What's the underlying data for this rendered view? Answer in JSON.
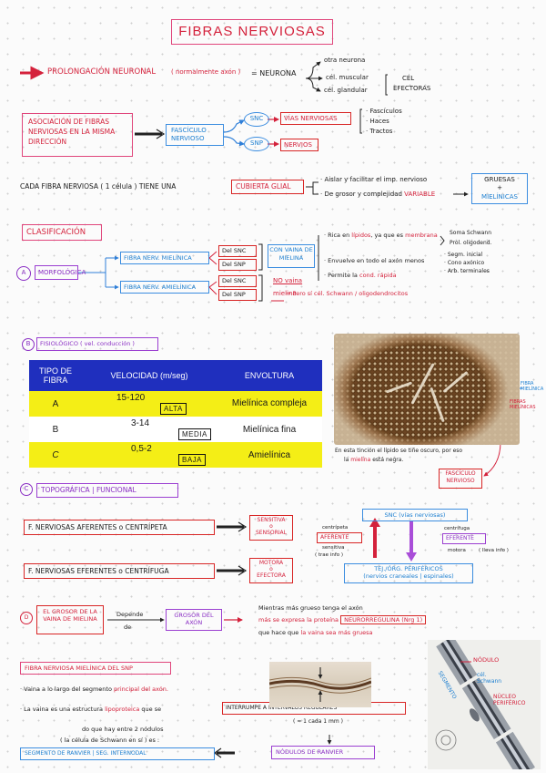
{
  "title": "FIBRAS NERVIOSAS",
  "prolongacion": {
    "label": "PROLONGACIÓN NEURONAL",
    "note": "( normalmente axón )",
    "equals": "= NEURONA",
    "targets": [
      "otra neurona",
      "cél. muscular",
      "cél. glandular"
    ],
    "cel_label": "CÉL",
    "efectoras": "EFECTORAS"
  },
  "asociacion": {
    "text": "ASOCIACIÓN DE FIBRAS NERVIOSAS EN LA MISMA DIRECCIÓN",
    "fasciculo": "FASCÍCULO NERVIOSO",
    "snc": "SNC",
    "snp": "SNP",
    "vias": "VÍAS NERVIOSAS",
    "nervios": "NERVIOS",
    "list": [
      "· Fascículos",
      "· Haces",
      "· Tractos"
    ]
  },
  "cubierta": {
    "lead": "CADA FIBRA NERVIOSA ( 1 célula ) TIENE UNA",
    "box": "CUBIERTA GLIAL",
    "line1": "· Aislar y facilitar el imp. nervioso",
    "line2_a": "· De grosor y complejidad",
    "line2_b": "VARIABLE",
    "result_a": "GRUESAS",
    "result_b": "+",
    "result_c": "MIELÍNICAS"
  },
  "clasificacion": {
    "title": "CLASIFICACIÓN",
    "a_letter": "A",
    "a_label": "MORFOLÓGICA",
    "mielinica": "FIBRA NERV. MIELÍNICA",
    "amielinica": "FIBRA NERV. AMIELÍNICA",
    "del_snc": "Del SNC",
    "del_snp": "Del SNP",
    "con_vaina": "CON VAINA DE MIELINA",
    "sin_vaina_a": "NO vaina",
    "sin_vaina_b": "mielina",
    "sin_vaina_c": "→ Pero sí cél. Schwann / oligodendrocitos",
    "rica_a": "· Rica en",
    "rica_b": "lípidos",
    "rica_c": ", ya que es",
    "rica_d": "membrana",
    "soma_a": "Soma Schwann",
    "soma_b": "Prol. oligodend.",
    "envuelve": "· Envuelve en todo el axón menos",
    "segmentos": [
      "· Segm. inicial",
      "· Cono axónico",
      "· Arb. terminales"
    ],
    "permite_a": "· Permite la",
    "permite_b": "cond. rápida"
  },
  "fisiologico": {
    "letter": "B",
    "label": "FISIOLÓGICO",
    "note": "( vel. conducción )",
    "headers": [
      "TIPO DE FIBRA",
      "VELOCIDAD (m/seg)",
      "ENVOLTURA"
    ],
    "rows": [
      {
        "type": "A",
        "speed": "15-120",
        "level": "ALTA",
        "env": "Mielínica compleja"
      },
      {
        "type": "B",
        "speed": "3-14",
        "level": "MEDIA",
        "env": "Mielínica fina"
      },
      {
        "type": "C",
        "speed": "0,5-2",
        "level": "BAJA",
        "env": "Amielínica"
      }
    ]
  },
  "photo_notes": {
    "fibra_a": "FIBRA",
    "fibra_b": "MIELÍNICA",
    "fibras_a": "FIBRAS",
    "fibras_b": "MIELÍNICAS",
    "caption_a": "En esta tinción el lípido se tiñe oscuro, por eso",
    "caption_b": "la",
    "caption_c": "mielina",
    "caption_d": "está negra.",
    "fasciculo": "FASCÍCULO NERVIOSO"
  },
  "topografica": {
    "letter": "C",
    "label": "TOPOGRÁFICA | FUNCIONAL",
    "aferentes": "F. NERVIOSAS AFERENTES",
    "centripeta": "CENTRÍPETA",
    "eferentes": "F. NERVIOSAS EFERENTES",
    "centrifuga": "CENTRÍFUGA",
    "o": "o",
    "sensitiva_a": "SENSITIVA",
    "sensitiva_b": "o",
    "sensitiva_c": "SENSORIAL",
    "motora_a": "MOTORA",
    "motora_b": "o",
    "motora_c": "EFECTORA",
    "snc_box": "SNC (vías nerviosas)",
    "tejidos_box": "TEJ./ÓRG. PERIFÉRICOS",
    "tejidos_sub": "(nervios craneales | espinales)",
    "centripeta_small": "centrípeta",
    "aferente": "AFERENTE",
    "sensitiva_small": "sensitiva",
    "trae": "( trae info )",
    "centrifuga_small": "centrífuga",
    "eferente": "EFERENTE",
    "motora_small": "motora",
    "lleva": "( lleva info )"
  },
  "grosor": {
    "letter": "D",
    "box": "EL GROSOR DE LA VAINA DE MIELINA",
    "depende_a": "Depende",
    "depende_b": "de",
    "axon": "GROSOR DEL AXÓN",
    "line1": "Mientras más grueso tenga el axón",
    "line2_a": "más se expresa",
    "line2_b": "la proteína",
    "line2_c": "NEURORREGULINA (Nrg 1)",
    "line3_a": "que hace que",
    "line3_b": "la vaina sea más gruesa"
  },
  "snp_fiber": {
    "title": "FIBRA NERVIOSA MIELÍNICA DEL SNP",
    "line1_a": "· Vaina a lo largo del segmento",
    "line1_b": "principal del axón.",
    "line2_a": "· La vaina es una estructura",
    "line2_b": "lipoproteica",
    "line2_c": "que se",
    "line2_box": "INTERRUMPE A INTERVALOS REGULARES",
    "line3": "( ≈ 1 cada 1 mm )",
    "line4": "do que hay entre 2 nódulos",
    "line5": "( la célula de Schwann en sí ) es :",
    "segmento": "SEGMENTO DE RANVIER | SEG. INTERNODAL",
    "nodulos": "NÓDULOS DE RANVIER",
    "nodulo_label": "NÓDULO",
    "schwann_a": "cél.",
    "schwann_b": "Schwann",
    "nucleo_a": "NÚCLEO",
    "nucleo_b": "PERIFÉRICO",
    "segmento_tag": "SEGMENTO"
  }
}
